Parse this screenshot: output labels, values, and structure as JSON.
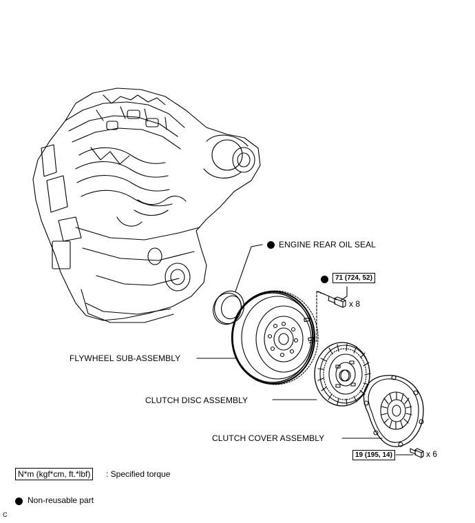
{
  "parts": {
    "engine_rear_oil_seal": "ENGINE REAR OIL SEAL",
    "flywheel": "FLYWHEEL SUB-ASSEMBLY",
    "clutch_disc": "CLUTCH DISC ASSEMBLY",
    "clutch_cover": "CLUTCH COVER ASSEMBLY"
  },
  "fasteners": {
    "flywheel_bolt_torque": "71 (724, 52)",
    "flywheel_bolt_qty": "x 8",
    "cover_bolt_torque": "19 (195, 14)",
    "cover_bolt_qty": "x 6"
  },
  "legend": {
    "torque_unit": "N*m (kgf*cm, ft.*lbf)",
    "torque_desc": ": Specified torque",
    "nonreusable_desc": "Non-reusable part"
  },
  "corner_mark": "C",
  "colors": {
    "line": "#000000",
    "background": "#ffffff"
  }
}
